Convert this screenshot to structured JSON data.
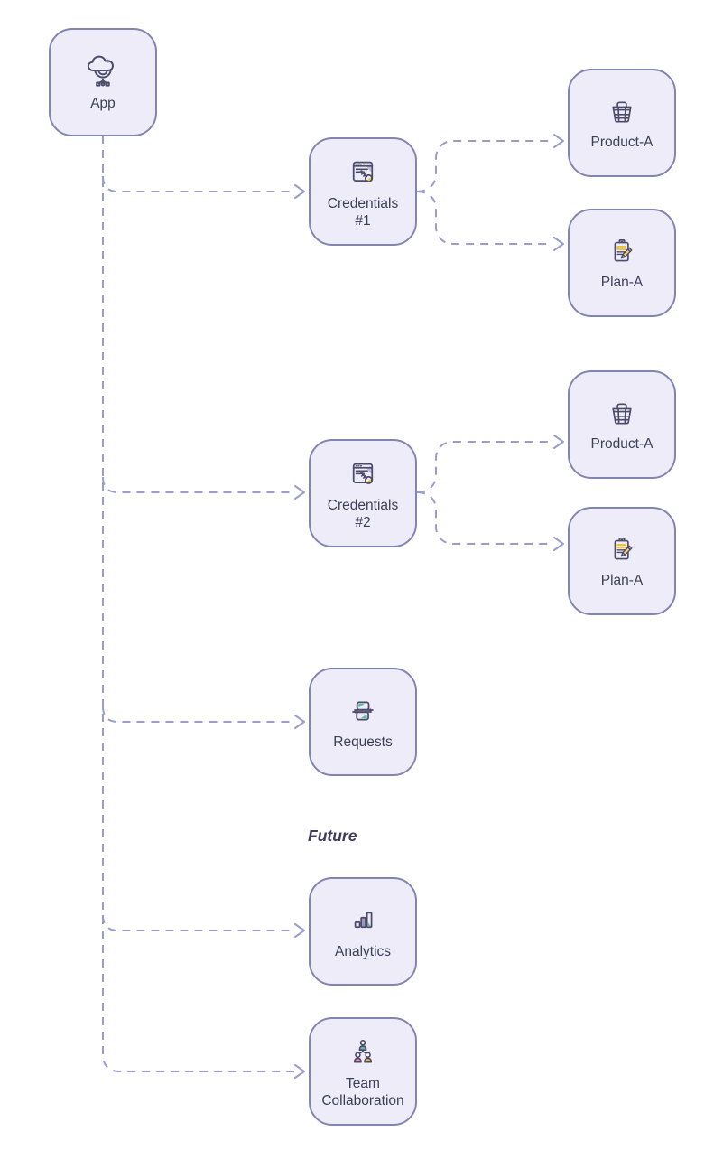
{
  "diagram_title": "",
  "colors": {
    "background": "#ffffff",
    "node_fill": "#edecf8",
    "node_border": "#8384af",
    "node_text": "#3e3e58",
    "edge": "#9a9dcb",
    "icon_stroke": "#4c4c6a",
    "accent_yellow": "#f0c74b",
    "accent_teal": "#5ac0ab",
    "accent_pink": "#f29aa6",
    "accent_lavender": "#bcb6e6"
  },
  "nodes": {
    "app": {
      "label": "App",
      "icon": "cloud-gear-icon"
    },
    "credentials1": {
      "label": "Credentials #1",
      "icon": "browser-key-icon"
    },
    "product_a1": {
      "label": "Product-A",
      "icon": "shopping-basket-icon"
    },
    "plan_a1": {
      "label": "Plan-A",
      "icon": "clipboard-pencil-icon"
    },
    "credentials2": {
      "label": "Credentials #2",
      "icon": "browser-key-icon"
    },
    "product_a2": {
      "label": "Product-A",
      "icon": "shopping-basket-icon"
    },
    "plan_a2": {
      "label": "Plan-A",
      "icon": "clipboard-pencil-icon"
    },
    "requests": {
      "label": "Requests",
      "icon": "sync-documents-icon"
    },
    "analytics": {
      "label": "Analytics",
      "icon": "bar-chart-icon"
    },
    "team": {
      "label": "Team Collaboration",
      "icon": "org-people-icon"
    }
  },
  "annotations": {
    "future": "Future"
  },
  "edges": [
    {
      "from": "App",
      "to": "Credentials #1",
      "style": "dashed-arrow"
    },
    {
      "from": "App",
      "to": "Credentials #2",
      "style": "dashed-arrow"
    },
    {
      "from": "App",
      "to": "Requests",
      "style": "dashed-arrow"
    },
    {
      "from": "App",
      "to": "Analytics",
      "style": "dashed-arrow"
    },
    {
      "from": "App",
      "to": "Team Collaboration",
      "style": "dashed-arrow"
    },
    {
      "from": "Credentials #1",
      "to": "Product-A",
      "style": "dashed-arrow"
    },
    {
      "from": "Credentials #1",
      "to": "Plan-A",
      "style": "dashed-arrow"
    },
    {
      "from": "Credentials #2",
      "to": "Product-A",
      "style": "dashed-arrow"
    },
    {
      "from": "Credentials #2",
      "to": "Plan-A",
      "style": "dashed-arrow"
    }
  ]
}
